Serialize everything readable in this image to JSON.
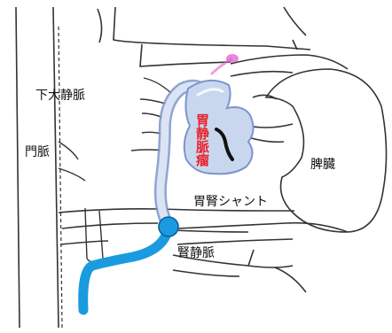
{
  "labels": {
    "ivc": "下大静脈",
    "portal": "門脈",
    "spleen": "脾臓",
    "shunt": "胃腎シャント",
    "renal": "腎静脈",
    "varix": "胃静脈瘤"
  },
  "colors": {
    "line": "#333333",
    "varix_fill": "#c9d7ee",
    "varix_stroke": "#7d95c9",
    "catheter": "#1a9be0",
    "marker_red": "#e8232a",
    "tip_pink": "#e060c8"
  }
}
